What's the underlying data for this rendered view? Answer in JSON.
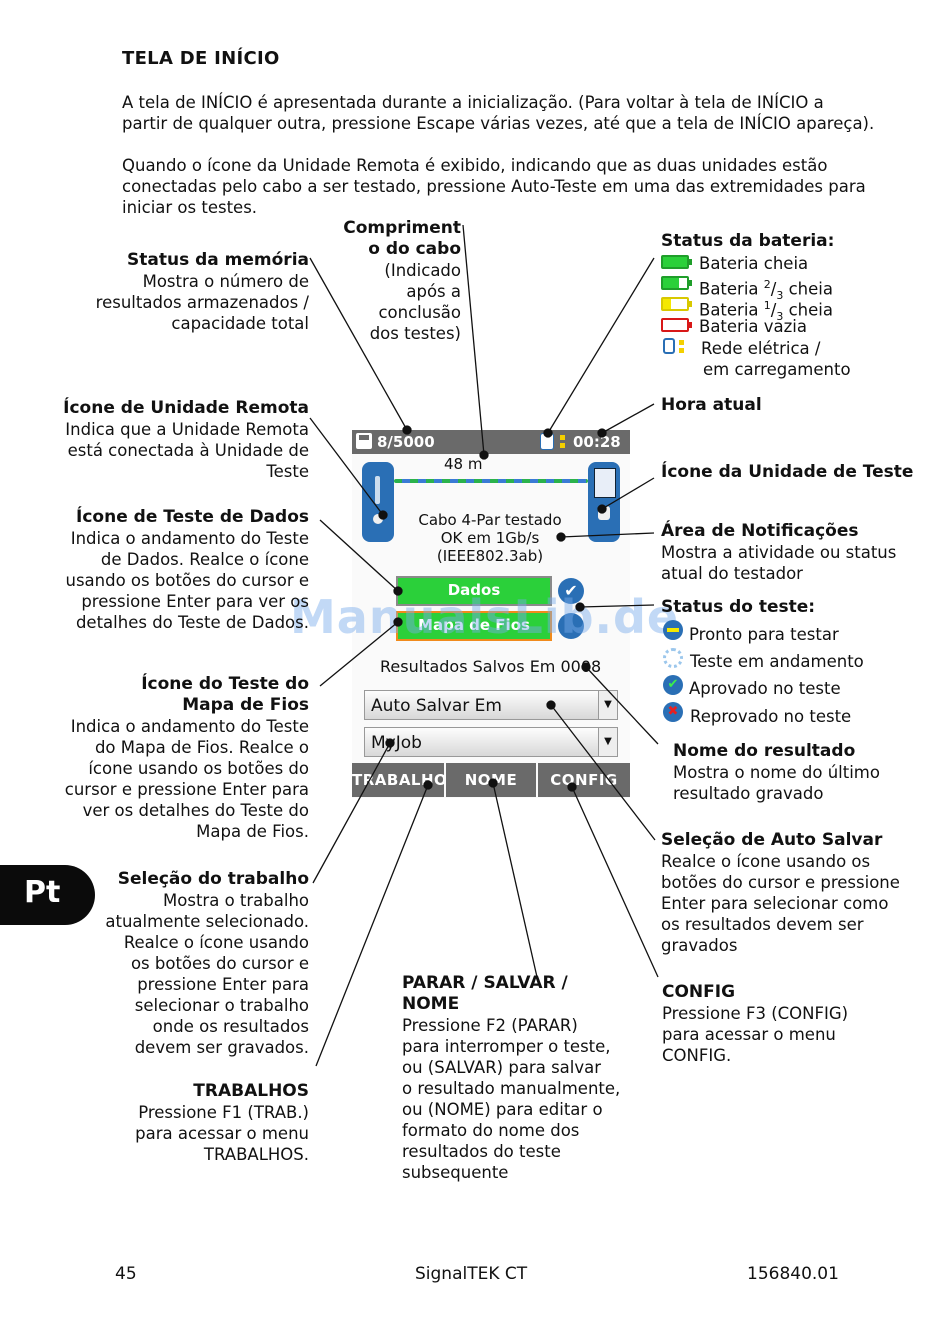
{
  "page": {
    "title": "TELA DE INÍCIO",
    "intro1a": "A tela de INÍCIO é apresentada durante a inicialização. (Para voltar à tela de INÍCIO a",
    "intro1b": "partir de qualquer outra, pressione Escape várias vezes, até que a tela de INÍCIO apareça).",
    "intro2a": "Quando o ícone da Unidade Remota é exibido, indicando que as duas unidades estão",
    "intro2b": "conectadas pelo cabo a ser testado, pressione Auto-Teste em uma das extremidades para",
    "intro2c": "iniciar os testes."
  },
  "left_callouts": {
    "memoria": {
      "title": "Status da memória",
      "l1": "Mostra o número de",
      "l2": "resultados armazenados /",
      "l3": "capacidade total"
    },
    "remota": {
      "title": "Ícone de Unidade Remota",
      "l1": "Indica que a Unidade Remota",
      "l2": "está conectada à Unidade de",
      "l3": "Teste"
    },
    "dados": {
      "title": "Ícone de Teste de Dados",
      "l1": "Indica o andamento do Teste",
      "l2": "de Dados. Realce o ícone",
      "l3": "usando os botões do cursor e",
      "l4": "pressione Enter para ver os",
      "l5": "detalhes do Teste de Dados."
    },
    "mapa": {
      "title1": "Ícone do Teste do",
      "title2": "Mapa de Fios",
      "l1": "Indica o andamento do Teste",
      "l2": "do Mapa de Fios. Realce o",
      "l3": "ícone usando os botões do",
      "l4": "cursor e pressione Enter para",
      "l5": "ver os detalhes do Teste do",
      "l6": "Mapa de Fios."
    },
    "trabalho": {
      "title": "Seleção do trabalho",
      "l1": "Mostra o trabalho",
      "l2": "atualmente selecionado.",
      "l3": "Realce o ícone usando",
      "l4": "os botões do cursor e",
      "l5": "pressione Enter para",
      "l6": "selecionar o trabalho",
      "l7": "onde os resultados",
      "l8": "devem ser gravados."
    },
    "trabalhos": {
      "title": "TRABALHOS",
      "l1": "Pressione F1 (TRAB.)",
      "l2": "para acessar o menu",
      "l3": "TRABALHOS."
    }
  },
  "center_callouts": {
    "comprimento": {
      "t1": "Compriment",
      "t2": "o do cabo",
      "l1": "(Indicado",
      "l2": "após a",
      "l3": "conclusão",
      "l4": "dos testes)"
    },
    "parar": {
      "t1": "PARAR / SALVAR /",
      "t2": "NOME",
      "l1": "Pressione F2 (PARAR)",
      "l2": "para interromper o teste,",
      "l3": "ou (SALVAR) para salvar",
      "l4": "o resultado manualmente,",
      "l5": "ou (NOME) para editar o",
      "l6": "formato do nome dos",
      "l7": "resultados do teste",
      "l8": "subsequente"
    }
  },
  "right_callouts": {
    "bateria": {
      "title": "Status da bateria:",
      "b1": "Bateria cheia",
      "b2a": "Bateria ",
      "b2n": "2",
      "b2d": "3",
      "b2b": " cheia",
      "b3a": "Bateria ",
      "b3n": "1",
      "b3d": "3",
      "b3b": " cheia",
      "b4": "Bateria vazia",
      "b5a": "Rede elétrica /",
      "b5b": "em carregamento"
    },
    "hora": {
      "title": "Hora atual"
    },
    "unidade": {
      "title": "Ícone da Unidade de Teste"
    },
    "notificacoes": {
      "title": "Área de Notificações",
      "l1": "Mostra a atividade ou status",
      "l2": "atual do testador"
    },
    "status": {
      "title": "Status do teste:",
      "s1": "Pronto para testar",
      "s2": "Teste em andamento",
      "s3": "Aprovado no teste",
      "s4": "Reprovado no teste"
    },
    "nome": {
      "title": "Nome do resultado",
      "l1": "Mostra o nome do último",
      "l2": "resultado gravado"
    },
    "autosalvar": {
      "title": "Seleção de Auto Salvar",
      "l1": "Realce o ícone usando os",
      "l2": "botões do cursor e pressione",
      "l3": "Enter para selecionar como",
      "l4": "os resultados devem ser",
      "l5": "gravados"
    },
    "config": {
      "title": "CONFIG",
      "l1": "Pressione F3 (CONFIG)",
      "l2": "para acessar o menu",
      "l3": "CONFIG."
    }
  },
  "device": {
    "memory": "8/5000",
    "time": "00:28",
    "length": "48 m",
    "notif1": "Cabo 4-Par testado",
    "notif2": "OK em 1Gb/s",
    "notif3": "(IEEE802.3ab)",
    "btn_dados": "Dados",
    "btn_mapa": "Mapa de Fios",
    "saved": "Resultados Salvos Em 0008",
    "auto_salvar": "Auto Salvar Em",
    "job": "MyJob",
    "f1": "TRABALHO",
    "f2": "NOME",
    "f3": "CONFIG"
  },
  "side_tab": "Pt",
  "watermark": "ManualsLib.de",
  "footer": {
    "page": "45",
    "product": "SignalTEK CT",
    "code": "156840.01"
  },
  "colors": {
    "green": "#2bd03a",
    "blue": "#2a6fb5",
    "header_gray": "#6a6a6a",
    "orange": "#f08a1c"
  }
}
